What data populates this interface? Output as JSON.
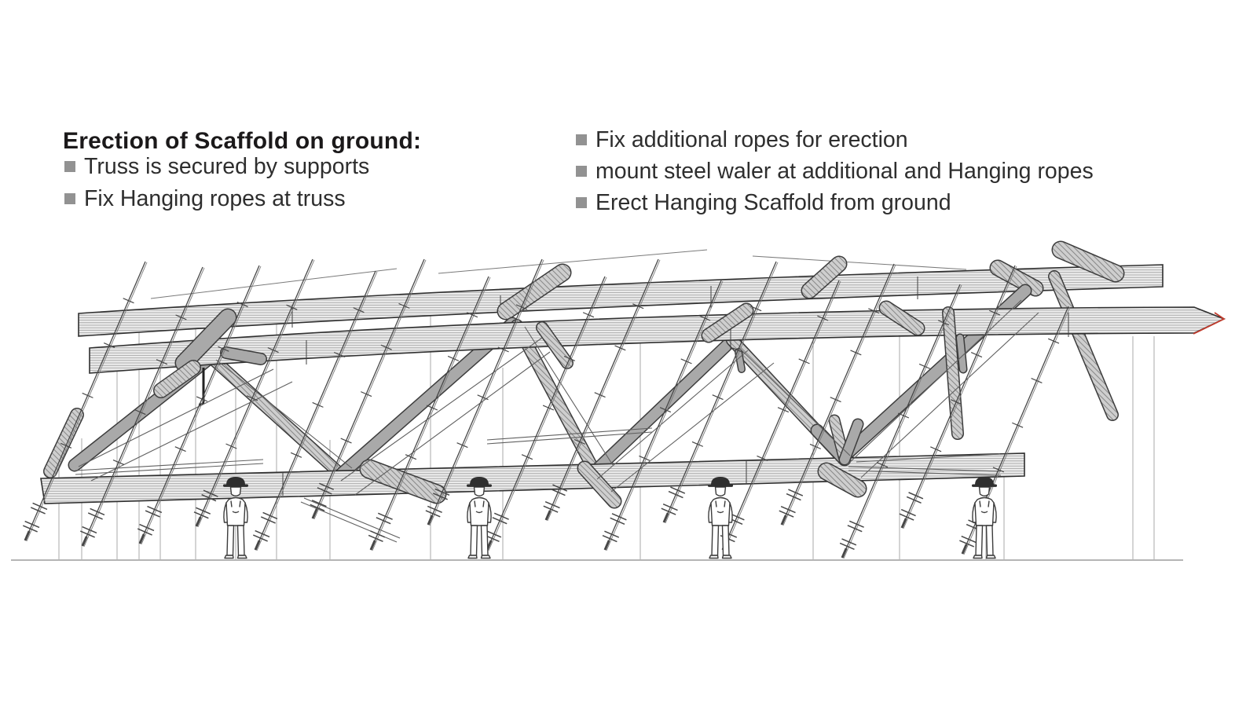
{
  "header": {
    "title": "Erection of Scaffold on ground:",
    "left_bullets": [
      "Truss is secured by supports",
      "Fix Hanging ropes at truss"
    ],
    "right_bullets": [
      "Fix additional ropes for erection",
      "mount steel waler at additional and Hanging ropes",
      "Erect Hanging Scaffold from ground"
    ]
  },
  "figure": {
    "type": "technical-illustration",
    "description": "Side elevation of a curved timber bowstring truss resting on ground supports, crossed by inclined hanging-scaffold ropes with couplers, thin vertical suspension lines, and four workers with hard hats standing on the ground line",
    "worker_count": 4
  },
  "colors": {
    "text": "#2e2e2e",
    "title": "#1b191a",
    "bullet_square": "#929292",
    "line_art": "#3d3d3d",
    "beam_fill": "#ededed",
    "accent_red": "#c23b2c",
    "ground": "#b5b5b5"
  }
}
